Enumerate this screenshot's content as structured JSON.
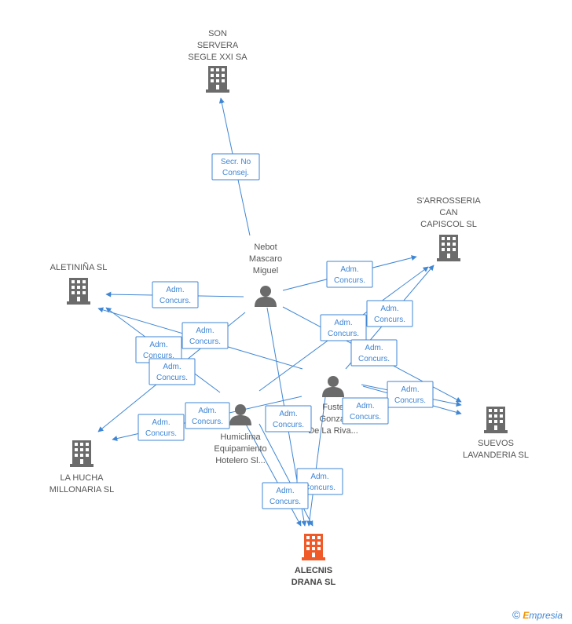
{
  "colors": {
    "edge": "#3f86d4",
    "company": "#6b6b6b",
    "main_company": "#f05a28",
    "person": "#6b6b6b"
  },
  "nodes": [
    {
      "id": "son_servera",
      "kind": "company",
      "lines": [
        "SON",
        "SERVERA",
        "SEGLE XXI SA"
      ]
    },
    {
      "id": "sarrosseria",
      "kind": "company",
      "lines": [
        "S'ARROSSERIA",
        "CAN",
        "CAPISCOL SL"
      ]
    },
    {
      "id": "aletinina",
      "kind": "company",
      "lines": [
        "ALETINIÑA SL"
      ]
    },
    {
      "id": "la_hucha",
      "kind": "company",
      "lines": [
        "LA HUCHA",
        "MILLONARIA SL"
      ]
    },
    {
      "id": "suevos",
      "kind": "company",
      "lines": [
        "SUEVOS",
        "LAVANDERIA SL"
      ]
    },
    {
      "id": "alecnis",
      "kind": "main",
      "lines": [
        "ALECNIS",
        "DRANA SL"
      ]
    },
    {
      "id": "nebot",
      "kind": "person",
      "lines": [
        "Nebot",
        "Mascaro",
        "Miguel"
      ]
    },
    {
      "id": "fuster",
      "kind": "person",
      "lines": [
        "Fuste",
        "Gonzal",
        "De La Riva..."
      ]
    },
    {
      "id": "humiclima",
      "kind": "person",
      "lines": [
        "Humiclima",
        "Equipamiento",
        "Hotelero Sl..."
      ]
    }
  ],
  "roles": [
    {
      "lines": [
        "Secr.  No",
        "Consej."
      ]
    },
    {
      "lines": [
        "Adm.",
        "Concurs."
      ]
    },
    {
      "lines": [
        "Adm.",
        "Concurs."
      ]
    },
    {
      "lines": [
        "Adm.",
        "Concurs."
      ]
    },
    {
      "lines": [
        "Adm.",
        "Concurs."
      ]
    },
    {
      "lines": [
        "Adm.",
        "Concurs."
      ]
    },
    {
      "lines": [
        "Adm.",
        "Concurs."
      ]
    },
    {
      "lines": [
        "Adm.",
        "Concurs."
      ]
    },
    {
      "lines": [
        "Adm.",
        "Concurs."
      ]
    },
    {
      "lines": [
        "Adm.",
        "Concurs."
      ]
    },
    {
      "lines": [
        "Adm.",
        "Concurs."
      ]
    },
    {
      "lines": [
        "Adm.",
        "Concurs."
      ]
    },
    {
      "lines": [
        "Adm.",
        "Concurs."
      ]
    },
    {
      "lines": [
        "Adm.",
        "Concurs."
      ]
    },
    {
      "lines": [
        "Adm.",
        "Concurs."
      ]
    }
  ],
  "footer": {
    "copyright": "©",
    "brand_first": "E",
    "brand_rest": "mpresia"
  }
}
